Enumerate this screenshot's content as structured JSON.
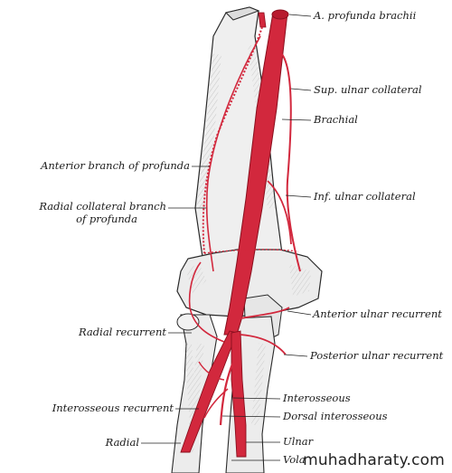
{
  "labels": {
    "profunda_brachii": "A. profunda brachii",
    "sup_ulnar_collateral": "Sup. ulnar collateral",
    "brachial": "Brachial",
    "anterior_branch_profunda": "Anterior branch of profunda",
    "radial_collateral_line1": "Radial collateral branch",
    "radial_collateral_line2": "of profunda",
    "inf_ulnar_collateral": "Inf. ulnar collateral",
    "anterior_ulnar_recurrent": "Anterior ulnar recurrent",
    "radial_recurrent": "Radial recurrent",
    "posterior_ulnar_recurrent": "Posterior ulnar recurrent",
    "interosseous": "Interosseous",
    "interosseous_recurrent": "Interosseous recurrent",
    "dorsal_interosseous": "Dorsal interosseous",
    "radial": "Radial",
    "ulnar": "Ulnar",
    "vola": "Vola"
  },
  "watermark": "muhadharaty.com",
  "colors": {
    "artery": "#d2283d",
    "artery_dark": "#a81428",
    "bone_fill": "#ececec",
    "ink": "#2a2a2a"
  }
}
